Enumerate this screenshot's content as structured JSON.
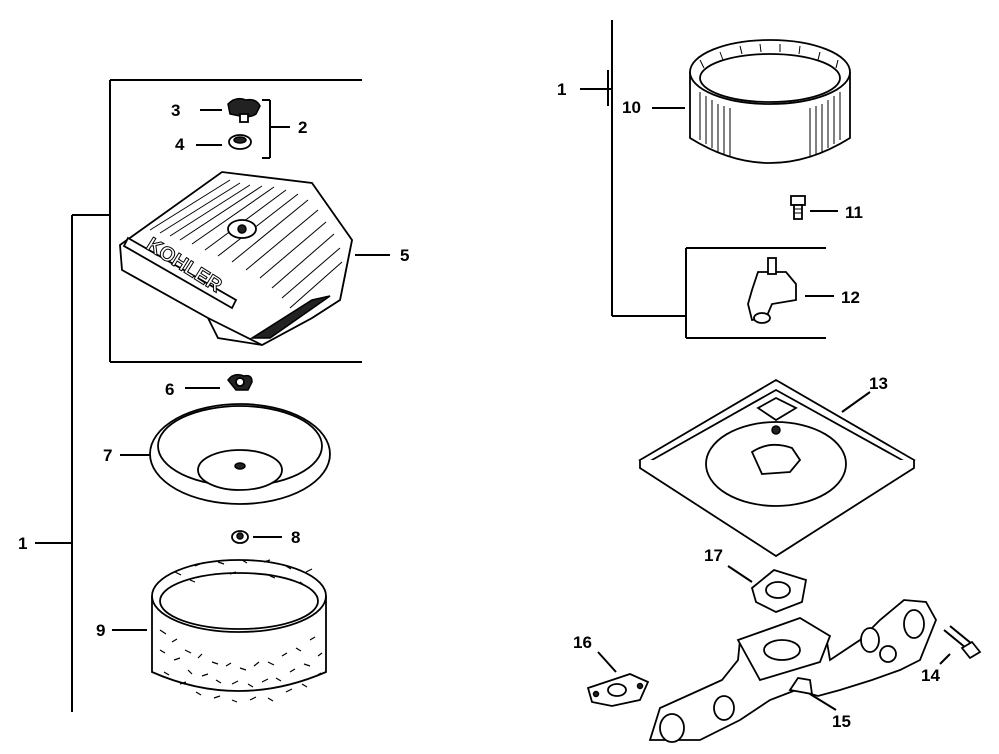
{
  "labels": {
    "l1a": "1",
    "l1b": "1",
    "l2": "2",
    "l3": "3",
    "l4": "4",
    "l5": "5",
    "l6": "6",
    "l7": "7",
    "l8": "8",
    "l9": "9",
    "l10": "10",
    "l11": "11",
    "l12": "12",
    "l13": "13",
    "l14": "14",
    "l15": "15",
    "l16": "16",
    "l17": "17"
  },
  "cover_logo": "KOHLER"
}
